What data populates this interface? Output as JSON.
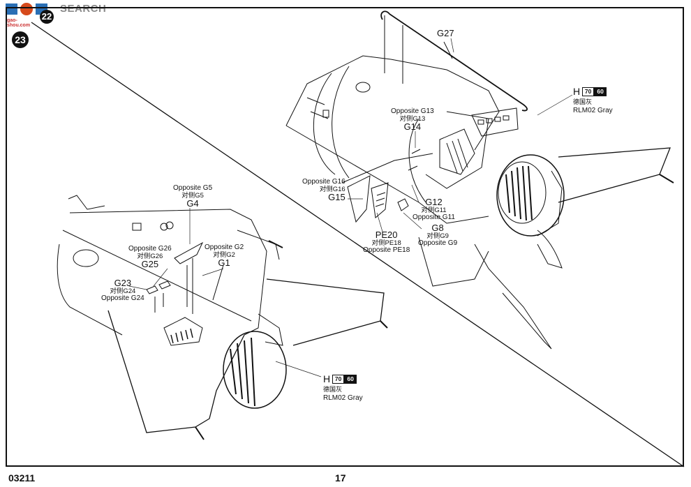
{
  "watermark": {
    "brand_text": "SEARCH",
    "site": "gao-shou.com",
    "logo_chars": [
      "高",
      "手",
      "网"
    ]
  },
  "page": {
    "model_number": "03211",
    "page_number": "17",
    "step_number": "23",
    "previous_step_number": "22"
  },
  "upper_assembly": {
    "labels": [
      {
        "id": "g27",
        "part": "G27"
      },
      {
        "id": "g14",
        "opposite": "Opposite G13",
        "cn": "对侧G13",
        "part": "G14"
      },
      {
        "id": "g15",
        "opposite": "Opposite G16",
        "cn": "对侧G16",
        "part": "G15"
      },
      {
        "id": "g12",
        "part": "G12",
        "cn": "对侧G11",
        "opposite": "Opposite G11"
      },
      {
        "id": "g8",
        "part": "G8",
        "cn": "对侧G9",
        "opposite": "Opposite G9"
      },
      {
        "id": "pe20",
        "part": "PE20",
        "cn": "对侧PE18",
        "opposite": "Opposite PE18"
      }
    ],
    "paint_callout": {
      "code": "H",
      "chip_light": "70",
      "chip_dark": "60",
      "cn": "德国灰",
      "name": "RLM02 Gray"
    }
  },
  "lower_assembly": {
    "labels": [
      {
        "id": "g4",
        "opposite": "Opposite G5",
        "cn": "对侧G5",
        "part": "G4"
      },
      {
        "id": "g25",
        "opposite": "Opposite G26",
        "cn": "对侧G26",
        "part": "G25"
      },
      {
        "id": "g1",
        "opposite": "Opposite G2",
        "cn": "对侧G2",
        "part": "G1"
      },
      {
        "id": "g23",
        "part": "G23",
        "cn": "对侧G24",
        "opposite": "Opposite G24"
      }
    ],
    "paint_callout": {
      "code": "H",
      "chip_light": "70",
      "chip_dark": "60",
      "cn": "德国灰",
      "name": "RLM02 Gray"
    }
  }
}
